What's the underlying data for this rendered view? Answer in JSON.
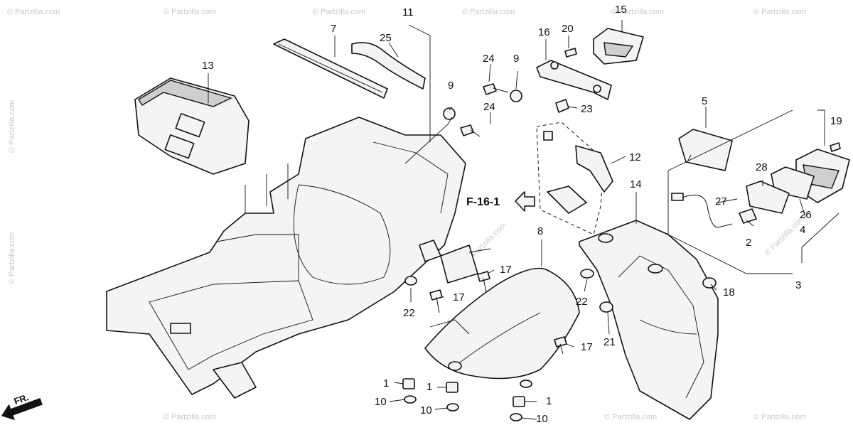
{
  "watermark": "© Partzilla.com",
  "reference": "F-16-1",
  "direction": "FR.",
  "callouts": {
    "n1": "1",
    "n2": "2",
    "n3": "3",
    "n4": "4",
    "n5": "5",
    "n7": "7",
    "n8": "8",
    "n9": "9",
    "n10": "10",
    "n11": "11",
    "n12": "12",
    "n13": "13",
    "n14": "14",
    "n15": "15",
    "n16": "16",
    "n17": "17",
    "n18": "18",
    "n19": "19",
    "n20": "20",
    "n21": "21",
    "n22": "22",
    "n23": "23",
    "n24": "24",
    "n25": "25",
    "n26": "26",
    "n27": "27",
    "n28": "28"
  }
}
